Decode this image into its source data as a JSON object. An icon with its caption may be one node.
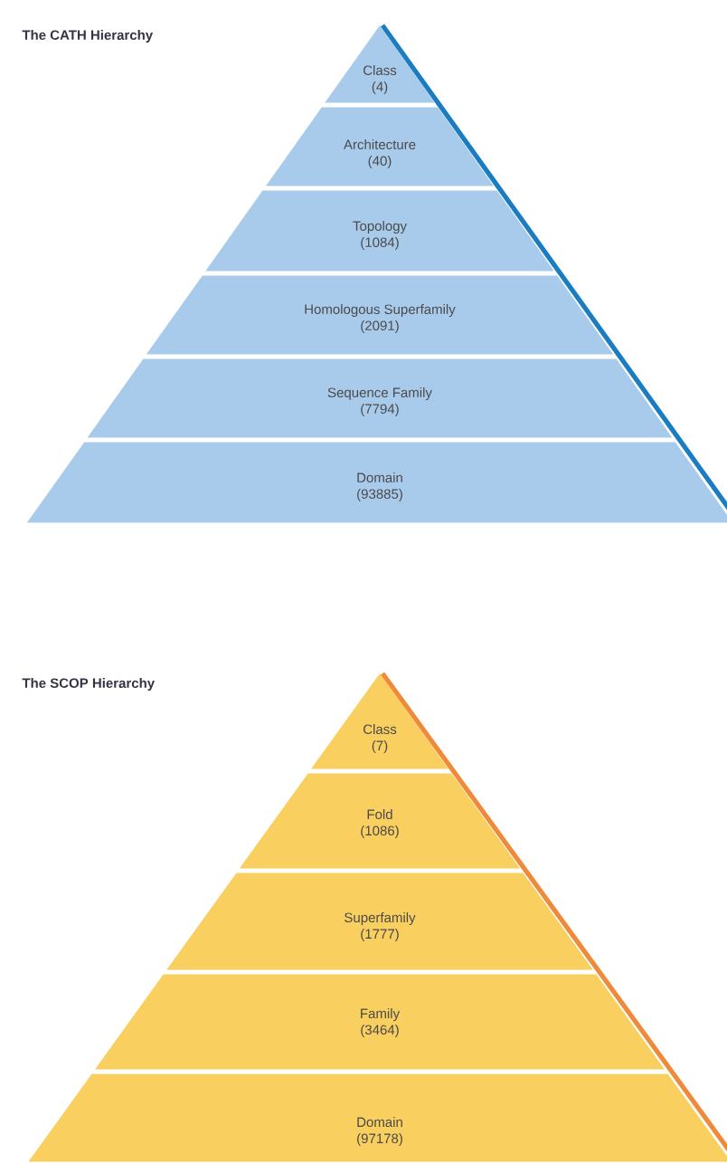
{
  "diagram": {
    "title": "The CATH Hierarchy",
    "nodes": [
      {
        "text": [
          "Class",
          "(4)"
        ]
      },
      {
        "text": [
          "Architecture",
          "(40)"
        ]
      },
      {
        "text": [
          "Topology",
          "(1084)"
        ]
      },
      {
        "text": [
          "Homologous Superfamily",
          "(2091)"
        ]
      },
      {
        "text": [
          "Sequence Family",
          "(7794)"
        ]
      },
      {
        "text": [
          "Domain",
          "(93885)"
        ]
      },
      {
        "text": [
          "Class",
          "(7)"
        ]
      },
      {
        "text": [
          "Fold",
          "(1086)"
        ]
      },
      {
        "text": [
          "Superfamily",
          "(1777)"
        ]
      },
      {
        "text": [
          "Family",
          "(3464)"
        ]
      },
      {
        "text": [
          "Domain",
          "(97178)"
        ]
      }
    ],
    "labels": [
      "The SCOP Hierarchy"
    ]
  }
}
